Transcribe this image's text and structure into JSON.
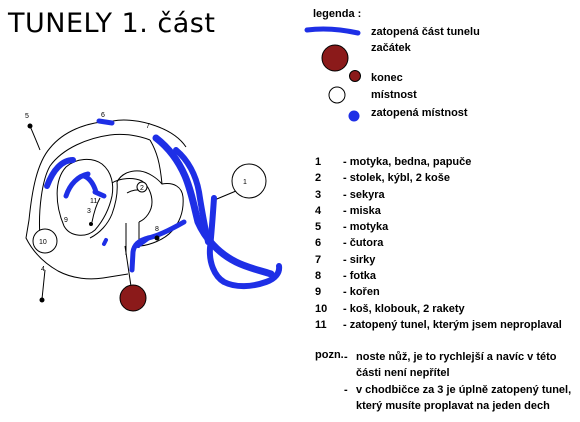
{
  "title": "TUNELY 1. část",
  "legend": {
    "heading": "legenda :",
    "entries": [
      {
        "symbol": "flooded-tunnel",
        "label": "zatopená část tunelu"
      },
      {
        "symbol": "start",
        "label": "začátek"
      },
      {
        "symbol": "end",
        "label": "konec"
      },
      {
        "symbol": "room",
        "label": "místnost"
      },
      {
        "symbol": "flooded-room",
        "label": "zatopená místnost"
      }
    ]
  },
  "items": [
    {
      "num": "1",
      "text": "- motyka, bedna, papuče"
    },
    {
      "num": "2",
      "text": "- stolek, kýbl, 2 koše"
    },
    {
      "num": "3",
      "text": "- sekyra"
    },
    {
      "num": "4",
      "text": "- miska"
    },
    {
      "num": "5",
      "text": "- motyka"
    },
    {
      "num": "6",
      "text": "- čutora"
    },
    {
      "num": "7",
      "text": "- sirky"
    },
    {
      "num": "8",
      "text": "- fotka"
    },
    {
      "num": "9",
      "text": "- kořen"
    },
    {
      "num": "10",
      "text": "- koš, klobouk, 2 rakety"
    },
    {
      "num": "11",
      "text": "- zatopený tunel, kterým jsem neproplaval"
    }
  ],
  "notes": {
    "label": "pozn.",
    "lines": [
      {
        "first": "noste nůž, je to rychlejší a navíc v této",
        "cont": "části není nepřítel"
      },
      {
        "first": "v chodbičce za 3 je úplně zatopený tunel,",
        "cont": "který   musíte proplavat na jeden dech"
      }
    ]
  },
  "map_labels": {
    "n1": "1",
    "n2": "2",
    "n3": "3",
    "n4": "4",
    "n5": "5",
    "n6": "6",
    "n7": "7",
    "n8": "8",
    "n9": "9",
    "n10": "10",
    "n11": "11"
  },
  "colors": {
    "flooded": "#1e2fe6",
    "start": "#8b1a1a",
    "end": "#8b1a1a",
    "line": "#000000"
  }
}
